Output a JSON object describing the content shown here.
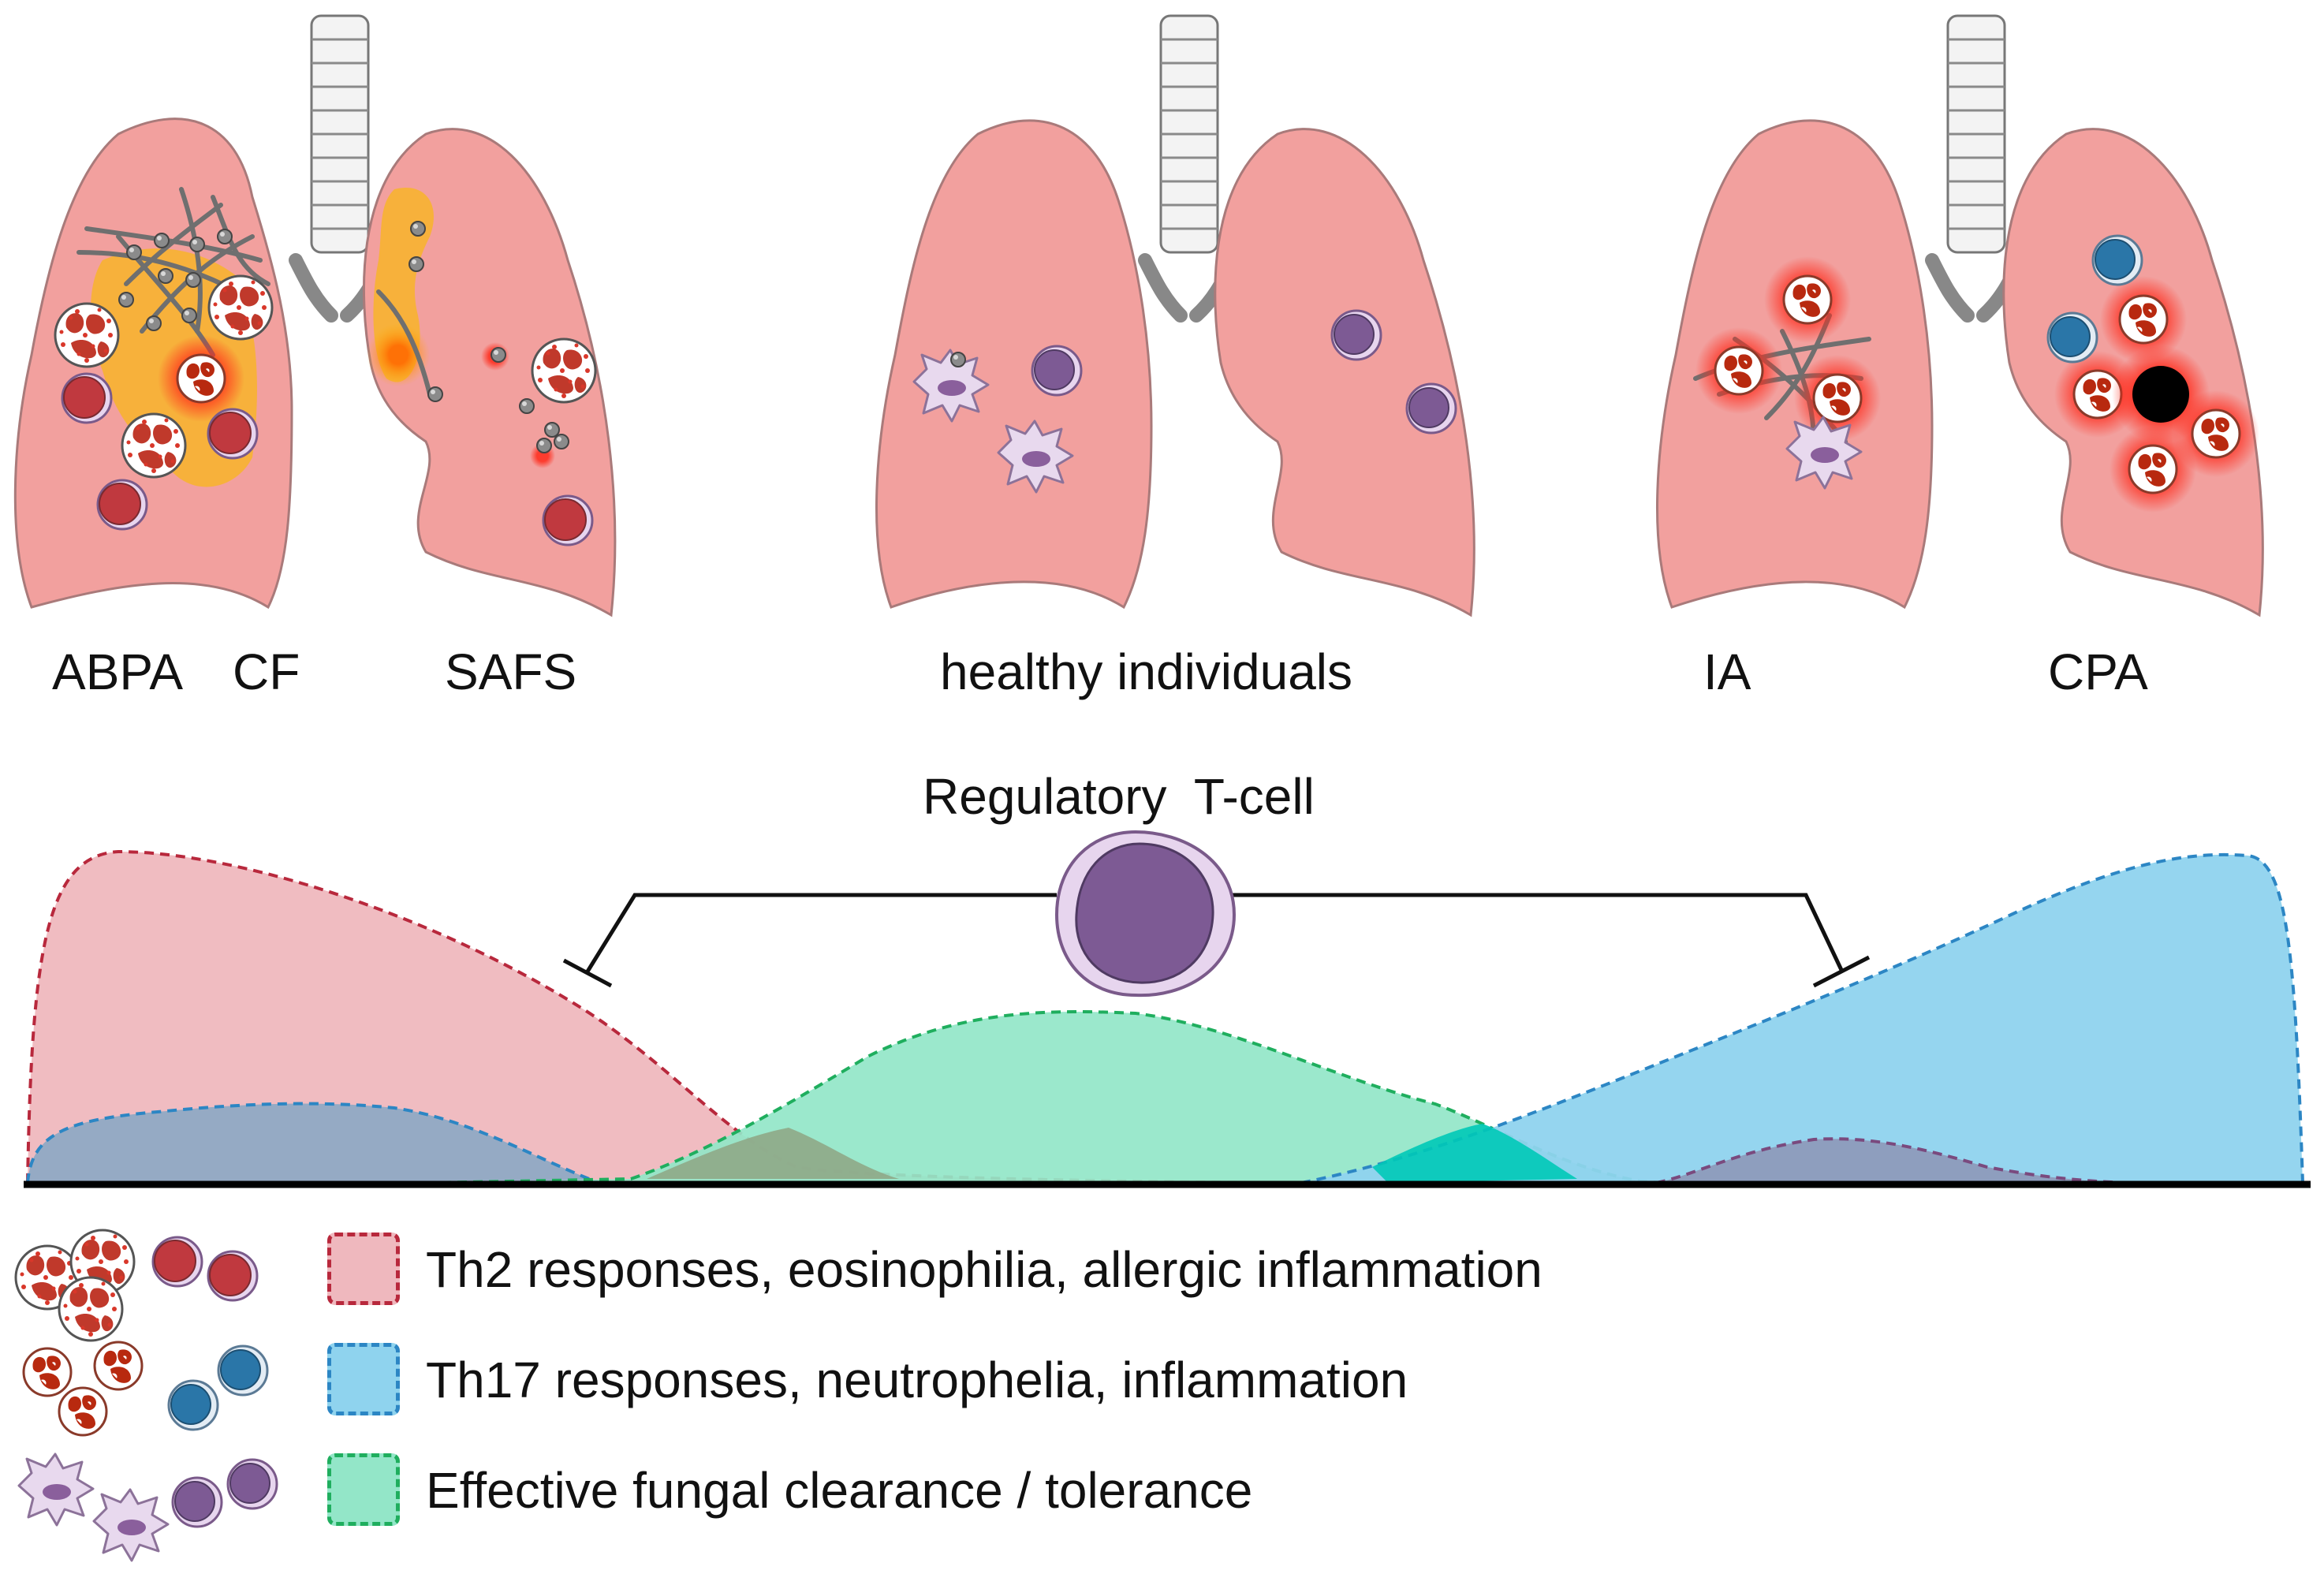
{
  "labels": {
    "abpa": "ABPA",
    "cf": "CF",
    "safs": "SAFS",
    "healthy": "healthy individuals",
    "ia": "IA",
    "cpa": "CPA",
    "treg": "Regulatory  T-cell"
  },
  "legend": [
    {
      "text": "Th2 responses, eosinophilia, allergic inflammation",
      "fill": "#efb8be",
      "border": "#b8283c"
    },
    {
      "text": "Th17 responses, neutrophelia, inflammation",
      "fill": "#8fd3ee",
      "border": "#2c86c4"
    },
    {
      "text": "Effective fungal clearance / tolerance",
      "fill": "#93e6c8",
      "border": "#1fae5e"
    }
  ],
  "colors": {
    "lung": "#f2a09e",
    "lung_outline": "#a97a7a",
    "spine": "#e6e6e6",
    "eosinophil": "#c03a3a",
    "neutrophil": "#b8290f",
    "macrophage": "#e6d6ec",
    "lymphocyte": "#7d5a94",
    "th17_cell": "#2a76a8",
    "fungus": "#6f6f6f",
    "aspergilloma": "#000000",
    "mucus": "#f7b236"
  }
}
